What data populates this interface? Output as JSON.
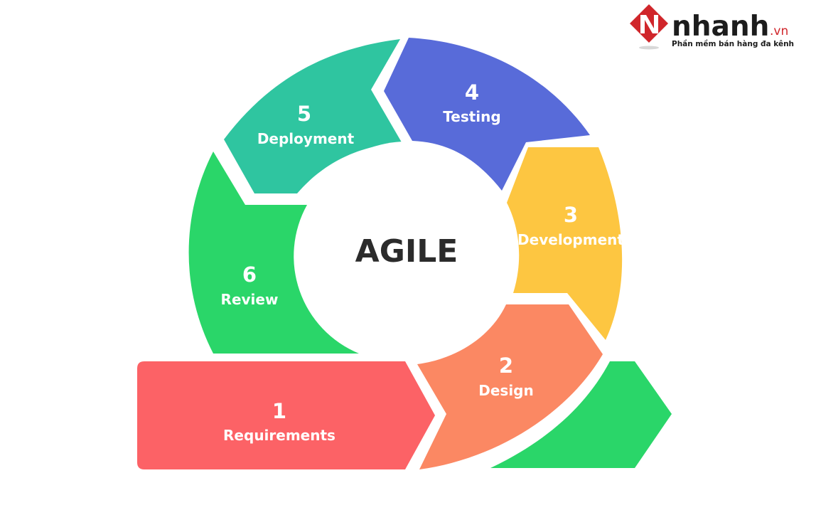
{
  "brand": {
    "name": "nhanh",
    "tld": ".vn",
    "tagline": "Phần mềm bán hàng đa kênh",
    "logo_color": "#d0262b"
  },
  "center": {
    "title": "AGILE"
  },
  "steps": [
    {
      "number": "1",
      "label": "Requirements",
      "color": "#fc6266"
    },
    {
      "number": "2",
      "label": "Design",
      "color": "#fb8863"
    },
    {
      "number": "3",
      "label": "Development",
      "color": "#fdc641"
    },
    {
      "number": "4",
      "label": "Testing",
      "color": "#586bd9"
    },
    {
      "number": "5",
      "label": "Deployment",
      "color": "#2fc5a0"
    },
    {
      "number": "6",
      "label": "Review",
      "color": "#2ad669"
    }
  ],
  "extra_arrow_color": "#2ad669"
}
